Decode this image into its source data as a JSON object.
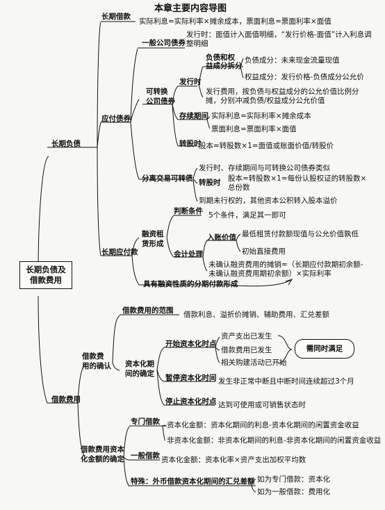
{
  "title": "本章主要内容导图",
  "root": "长期负债及\n借款费用",
  "ld": {
    "label": "长期负债",
    "jk": {
      "label": "长期借款",
      "rule": "实际利息=实际利率×摊余成本，票面利息=票面利率×面值"
    },
    "bond": {
      "label": "应付债券",
      "general": {
        "label": "一般公司债券",
        "text": "发行时：面值计入面值明细，“发行价格-面值”计入利息调整明细"
      },
      "conv": {
        "label": "可转换\n公司债券",
        "issue": {
          "label": "发行时",
          "split": {
            "label": "负债和权\n益成分拆分",
            "debt": "负债成分：未来现金流量现值",
            "equity": "权益成分：发行价格-负债成分公允价"
          },
          "cost": "发行费用，按负债与权益成分的公允价值比例分摊，分别冲减负债/权益成分公允价值"
        },
        "during": {
          "label": "存续期间",
          "actual": "实际利息=实际利率×摊余成本",
          "coupon": "票面利息=票面利率×面值"
        },
        "conversion": {
          "label": "转股时",
          "text": "股本=转股数×1=面值或账面价值/转股价"
        }
      },
      "separate": {
        "label": "分离交易可转债",
        "line1": "发行时、存续期间与可转换公司债券类似",
        "conv_label": "转股时",
        "conv_text": "股本=转股数×1=每份认股权证的转股数×总份数",
        "expire": "到期未行权的，其他资本公积转入股本溢价"
      }
    },
    "lp": {
      "label": "长期应付款",
      "lease": {
        "label": "融资租\n赁形成",
        "criteria": {
          "label": "判断条件",
          "text": "5个条件，满足其一即可"
        },
        "acct": {
          "label": "会计处理",
          "entry": {
            "label": "入账价值",
            "low": "最低租赁付款额现值与公允价值孰低",
            "direct": "初始直接费用"
          },
          "unrec": "未确认融资费用的摊销=（长期应付款期初余额-未确认融资费用期初余额）×实际利率"
        }
      },
      "install": "具有融资性质的分期付款形成"
    }
  },
  "bc": {
    "label": "借款费用",
    "recog": {
      "label": "借款费\n用的确认",
      "scope": {
        "label": "借款费用的范围",
        "text": "借款利息、溢折价摊销、辅助费用、汇兑差额"
      },
      "period": {
        "label": "资本化期\n间的确定",
        "start": {
          "label": "开始资本化时点",
          "c1": "资产支出已发生",
          "c2": "借款费用已发生",
          "c3": "相关购建活动已开始",
          "note": "需同时满足"
        },
        "pause": {
          "label": "暂停资本化时间",
          "text": "发生非正常中断且中断时间连续超过3个月"
        },
        "stop": {
          "label": "停止资本化时点",
          "text": "达到可使用或可销售状态时"
        }
      }
    },
    "amount": {
      "label": "借款费用资本\n化金额的确定",
      "special": {
        "label": "专门借款",
        "cap": "资本化金额：资本化期间的利息-资本化期间的闲置资金收益",
        "noncap": "非资本化金额：非资本化期间的利息-非资本化期间的闲置资金收益"
      },
      "general": {
        "label": "一般借款",
        "text": "资本化金额：资本化率×资产支出加权平均数"
      },
      "special_case": {
        "label": "特殊：外币借款资本化期间的汇兑差额",
        "a": "如为专门借款：资本化",
        "b": "如为一般借款：费用化"
      }
    }
  }
}
